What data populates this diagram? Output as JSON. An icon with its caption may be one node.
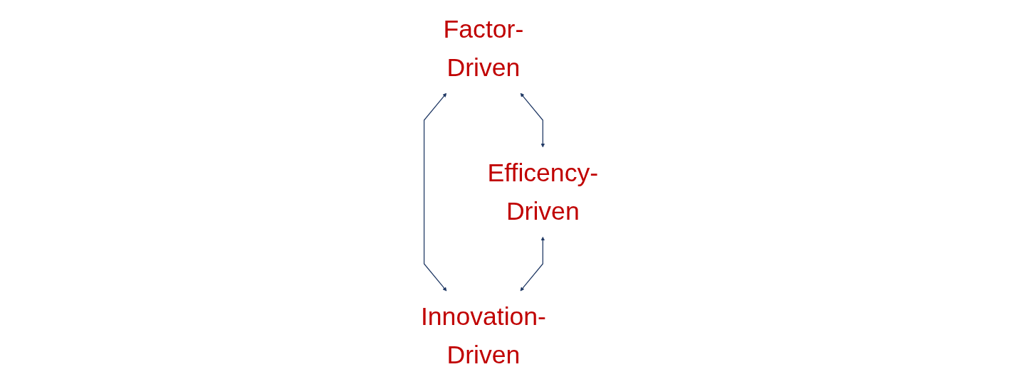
{
  "diagram": {
    "nodes": [
      {
        "text": [
          "Factor-Driven"
        ]
      },
      {
        "text": [
          "Efficency-Driven"
        ]
      },
      {
        "text": [
          "Innovation-Driven"
        ]
      }
    ],
    "edges": [
      {
        "from": 0,
        "to": 1,
        "arrow": "both"
      },
      {
        "from": 0,
        "to": 2,
        "arrow": "both"
      },
      {
        "from": 1,
        "to": 2,
        "arrow": "both"
      }
    ]
  }
}
